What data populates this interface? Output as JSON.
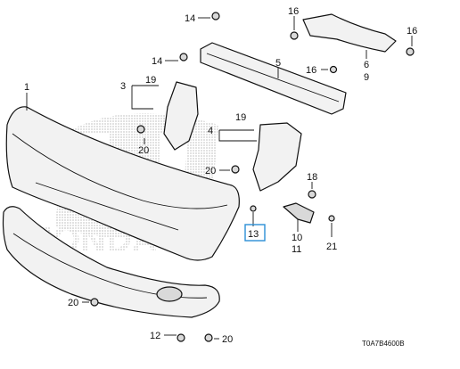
{
  "diagram_code": "T0A7B4600B",
  "callouts": [
    {
      "id": "c1",
      "label": "1"
    },
    {
      "id": "c3",
      "label": "3"
    },
    {
      "id": "c4",
      "label": "4"
    },
    {
      "id": "c5",
      "label": "5"
    },
    {
      "id": "c6",
      "label": "6"
    },
    {
      "id": "c9",
      "label": "9"
    },
    {
      "id": "c10",
      "label": "10"
    },
    {
      "id": "c11",
      "label": "11"
    },
    {
      "id": "c12",
      "label": "12"
    },
    {
      "id": "c13",
      "label": "13"
    },
    {
      "id": "c14a",
      "label": "14"
    },
    {
      "id": "c14b",
      "label": "14"
    },
    {
      "id": "c16a",
      "label": "16"
    },
    {
      "id": "c16b",
      "label": "16"
    },
    {
      "id": "c16c",
      "label": "16"
    },
    {
      "id": "c18",
      "label": "18"
    },
    {
      "id": "c19a",
      "label": "19"
    },
    {
      "id": "c19b",
      "label": "19"
    },
    {
      "id": "c20a",
      "label": "20"
    },
    {
      "id": "c20b",
      "label": "20"
    },
    {
      "id": "c20c",
      "label": "20"
    },
    {
      "id": "c20d",
      "label": "20"
    },
    {
      "id": "c21",
      "label": "21"
    }
  ],
  "watermark_brand": "HONDA",
  "highlight_color": "#2a8fd6"
}
